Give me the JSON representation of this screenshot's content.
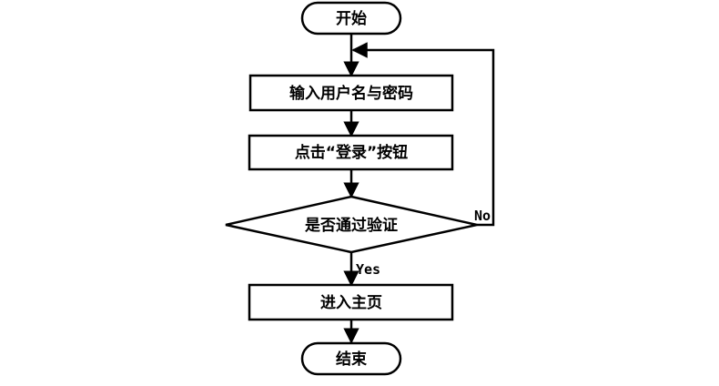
{
  "nodes": {
    "start": "开始",
    "input": "输入用户名与密码",
    "click": "点击“登录”按钮",
    "decision": "是否通过验证",
    "home": "进入主页",
    "end": "结束"
  },
  "edges": {
    "yes_label": "Yes",
    "no_label": "No"
  }
}
